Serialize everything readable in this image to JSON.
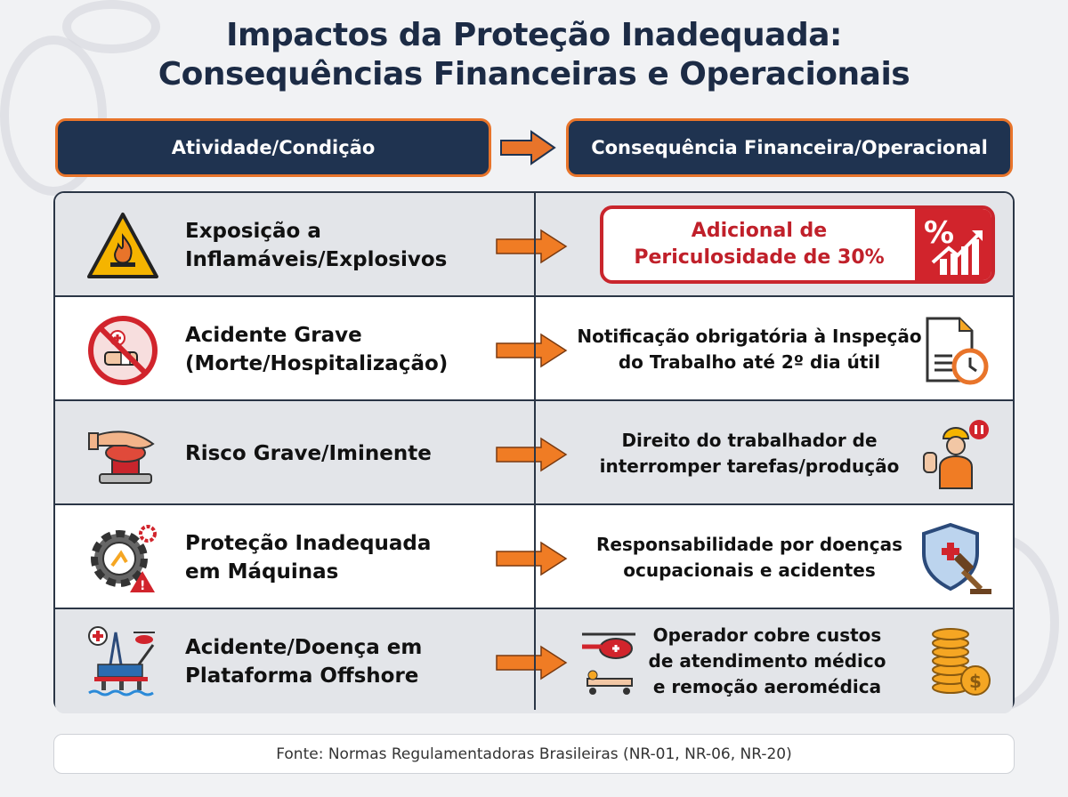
{
  "title": {
    "line1": "Impactos da Proteção Inadequada:",
    "line2": "Consequências Financeiras e Operacionais"
  },
  "headers": {
    "left": "Atividade/Condição",
    "right": "Consequência Financeira/Operacional"
  },
  "colors": {
    "navy": "#1f3350",
    "orange": "#e8742a",
    "red": "#c9252c"
  },
  "rows": [
    {
      "condition": [
        "Exposição a",
        "Inflamáveis/Explosivos"
      ],
      "consequence": [
        "Adicional de",
        "Periculosidade de 30%"
      ],
      "icon_left": "flammable-warning-icon",
      "icon_right": "percent-growth-icon"
    },
    {
      "condition": [
        "Acidente Grave",
        "(Morte/Hospitalização)"
      ],
      "consequence": [
        "Notificação obrigatória à Inspeção",
        "do Trabalho até 2º dia útil"
      ],
      "icon_left": "no-injury-icon",
      "icon_right": "document-clock-icon"
    },
    {
      "condition": [
        "Risco Grave/Iminente"
      ],
      "consequence": [
        "Direito do trabalhador de",
        "interromper tarefas/produção"
      ],
      "icon_left": "emergency-button-icon",
      "icon_right": "worker-stop-icon"
    },
    {
      "condition": [
        "Proteção Inadequada",
        "em Máquinas"
      ],
      "consequence": [
        "Responsabilidade por doenças",
        "ocupacionais e acidentes"
      ],
      "icon_left": "machine-gear-warning-icon",
      "icon_right": "shield-gavel-icon"
    },
    {
      "condition": [
        "Acidente/Doença em",
        "Plataforma Offshore"
      ],
      "consequence": [
        "Operador cobre custos",
        "de atendimento médico",
        "e remoção aeromédica"
      ],
      "icon_left": "offshore-platform-icon",
      "icon_right": "coins-dollar-icon"
    }
  ],
  "footer": "Fonte: Normas Regulamentadoras Brasileiras (NR-01, NR-06, NR-20)"
}
